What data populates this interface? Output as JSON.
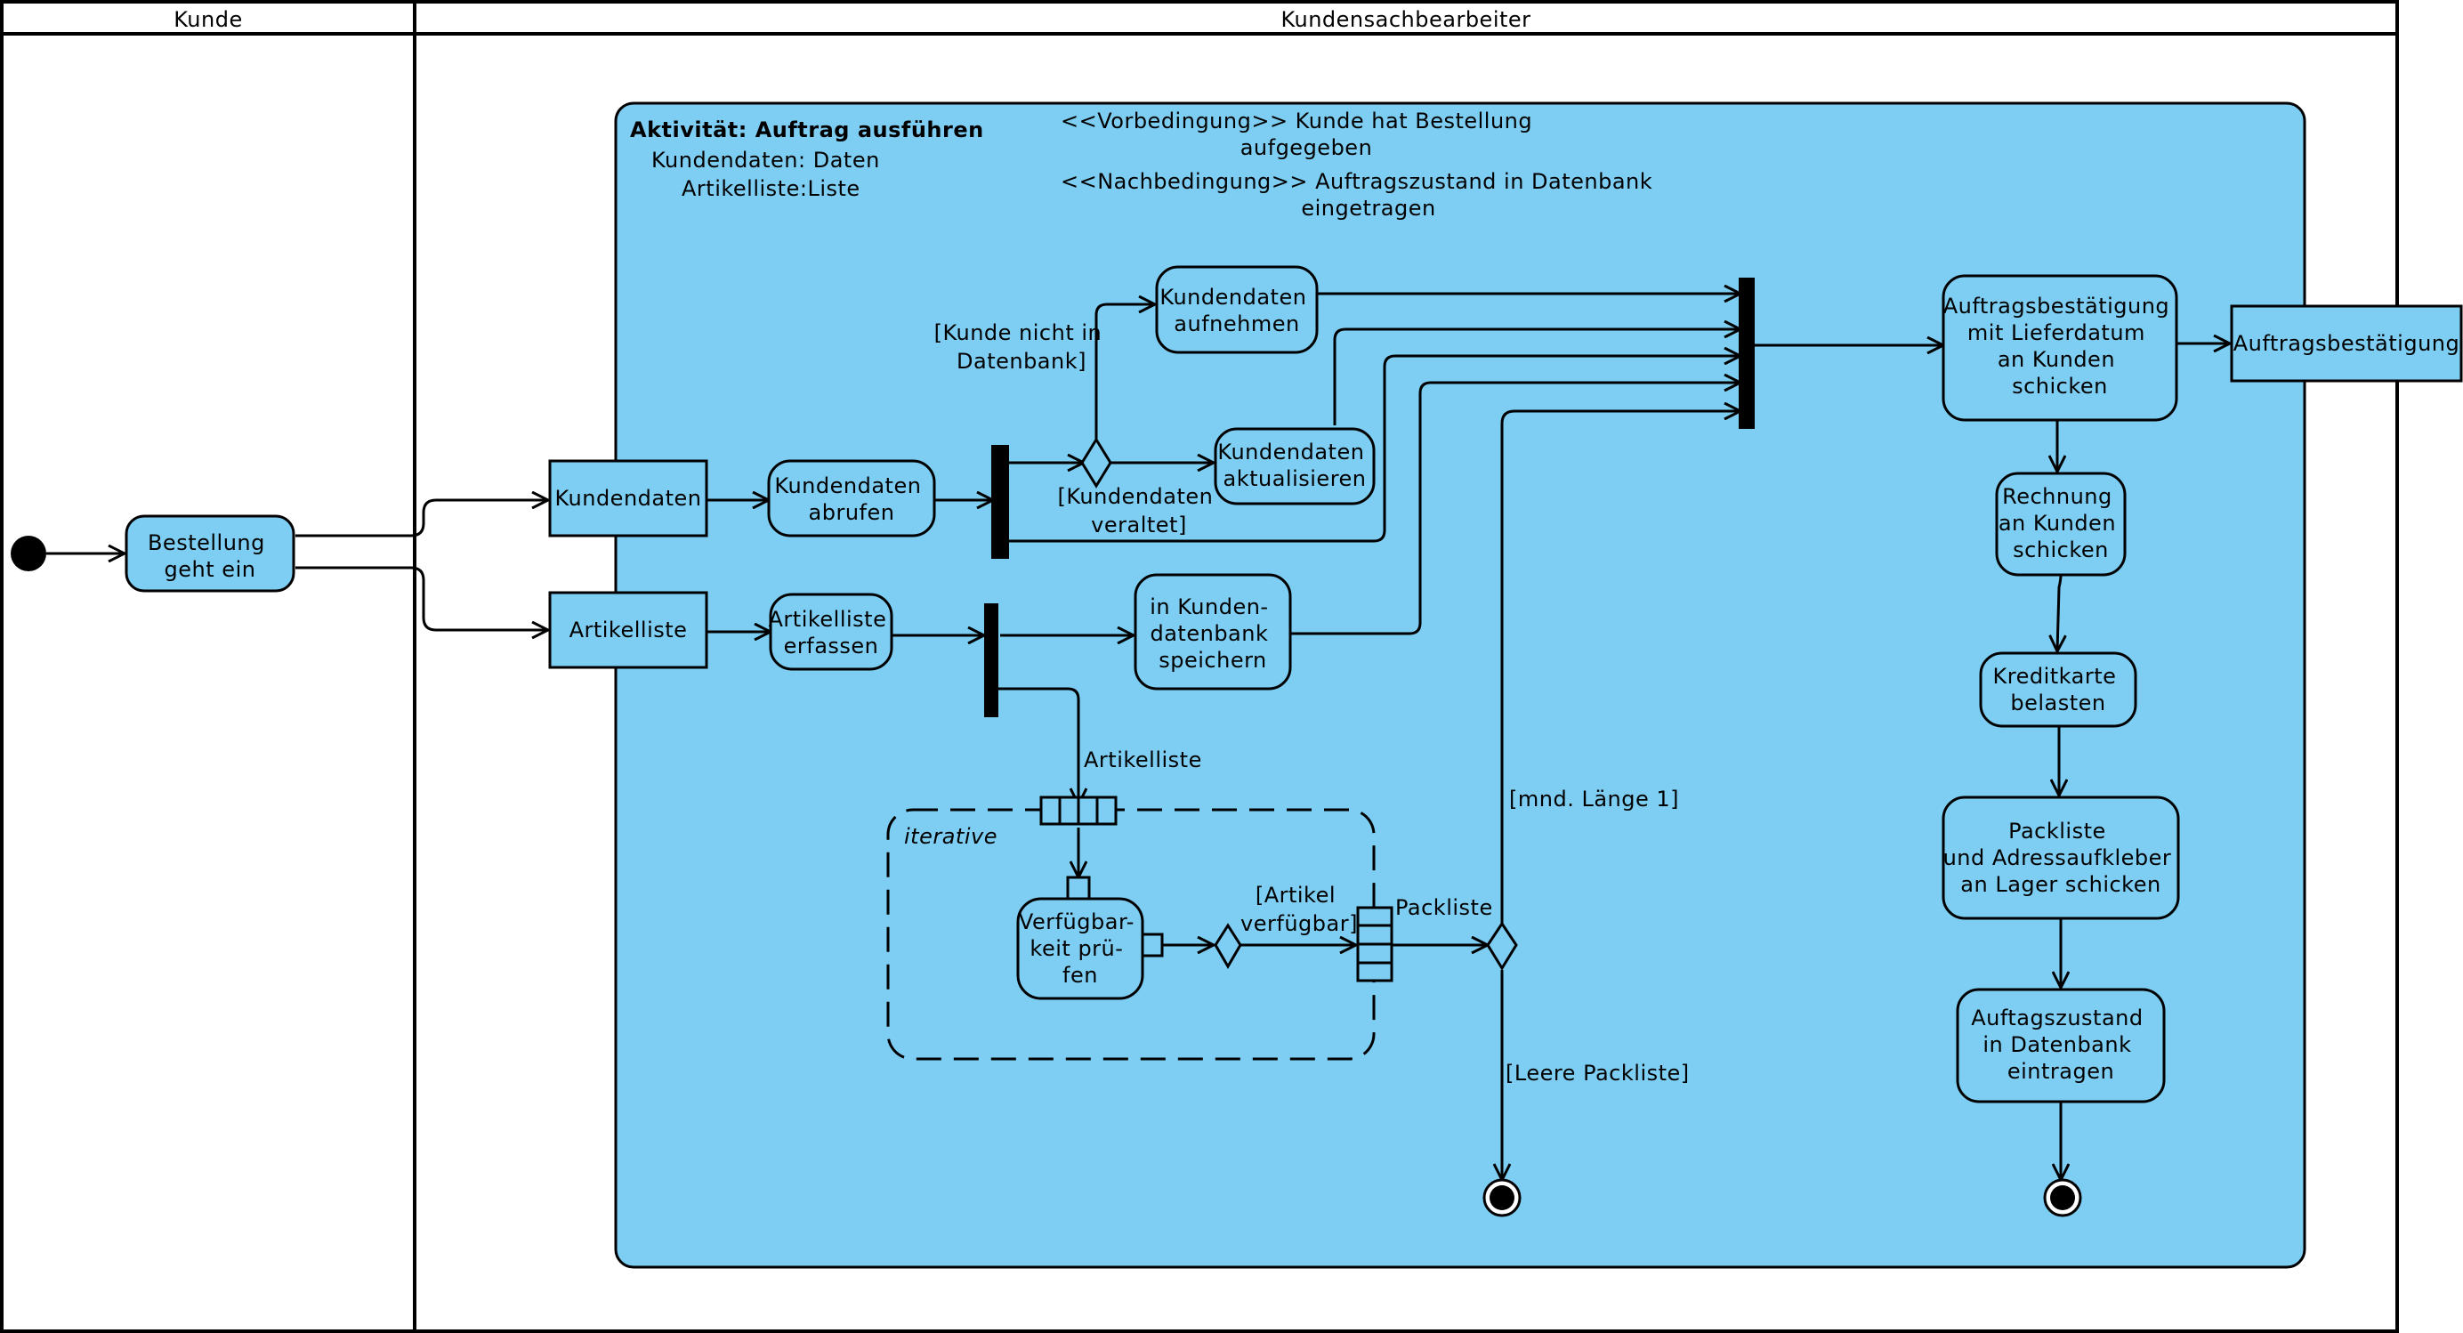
{
  "lanes": {
    "kunde": "Kunde",
    "sachbearbeiter": "Kundensachbearbeiter"
  },
  "activity": {
    "title": "Aktivität: Auftrag ausführen",
    "param1": "Kundendaten: Daten",
    "param2": "Artikelliste:Liste",
    "pre1": "<<Vorbedingung>> Kunde hat Bestellung",
    "pre2": "aufgegeben",
    "post1": "<<Nachbedingung>> Auftragszustand in Datenbank",
    "post2": "eingetragen"
  },
  "nodes": {
    "bestellung": [
      "Bestellung",
      "geht ein"
    ],
    "kundendaten_obj": [
      "Kundendaten"
    ],
    "artikelliste_obj": [
      "Artikelliste"
    ],
    "kundendaten_abrufen": [
      "Kundendaten",
      "abrufen"
    ],
    "artikelliste_erfassen": [
      "Artikelliste",
      "erfassen"
    ],
    "kundendaten_aufnehmen": [
      "Kundendaten",
      "aufnehmen"
    ],
    "kundendaten_aktualisieren": [
      "Kundendaten",
      "aktualisieren"
    ],
    "kundendatenbank_speichern": [
      "in Kunden-",
      "datenbank",
      "speichern"
    ],
    "verfuegbarkeit_pruefen": [
      "Verfügbar-",
      "keit prü-",
      "fen"
    ],
    "auftragsbestaetigung_schicken": [
      "Auftragsbestätigung",
      "mit Lieferdatum",
      "an Kunden",
      "schicken"
    ],
    "auftragsbestaetigung_obj": [
      "Auftragsbestätigung"
    ],
    "rechnung": [
      "Rechnung",
      "an Kunden",
      "schicken"
    ],
    "kreditkarte": [
      "Kreditkarte",
      "belasten"
    ],
    "packliste_lager": [
      "Packliste",
      "und Adressaufkleber",
      "an Lager schicken"
    ],
    "auftragszustand": [
      "Auftagszustand",
      "in Datenbank",
      "eintragen"
    ]
  },
  "guards": {
    "nicht_in_db": [
      "[Kunde nicht in",
      "Datenbank]"
    ],
    "veraltet": [
      "[Kundendaten",
      "veraltet]"
    ],
    "artikel_verfuegbar": [
      "[Artikel",
      "verfügbar]"
    ],
    "mind_laenge": "[mnd. Länge 1]",
    "leere_packliste": "[Leere Packliste]"
  },
  "pins": {
    "artikelliste_in": "Artikelliste",
    "packliste_out": "Packliste"
  },
  "region": {
    "keyword": "iterative"
  }
}
